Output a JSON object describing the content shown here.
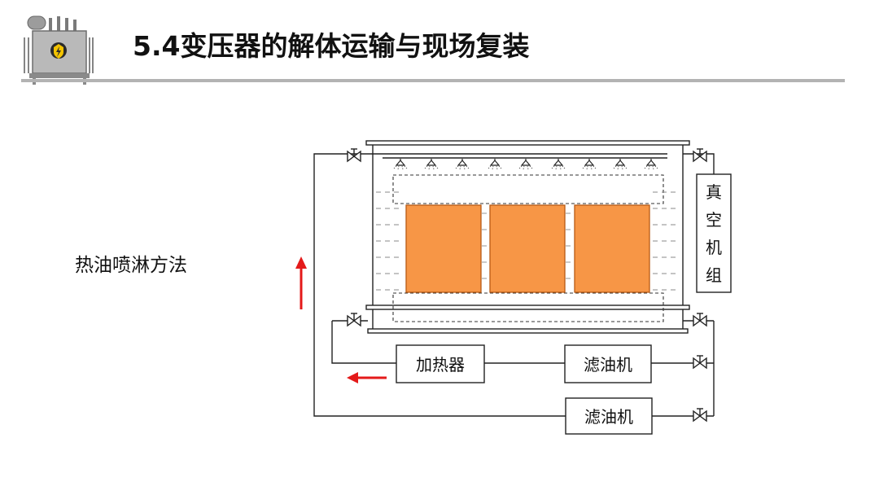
{
  "header": {
    "title": "5.4变压器的解体运输与现场复装",
    "logo_icon": "transformer-icon"
  },
  "method_label": "热油喷淋方法",
  "diagram": {
    "vacuum_unit": [
      "真",
      "空",
      "机",
      "组"
    ],
    "heater_label": "加热器",
    "filter_label": "滤油机",
    "filter2_label": "滤油机",
    "colors": {
      "core_fill": "#F79646",
      "core_stroke": "#B85A14",
      "flow_arrow": "#E41A1A",
      "line": "#222222"
    }
  }
}
